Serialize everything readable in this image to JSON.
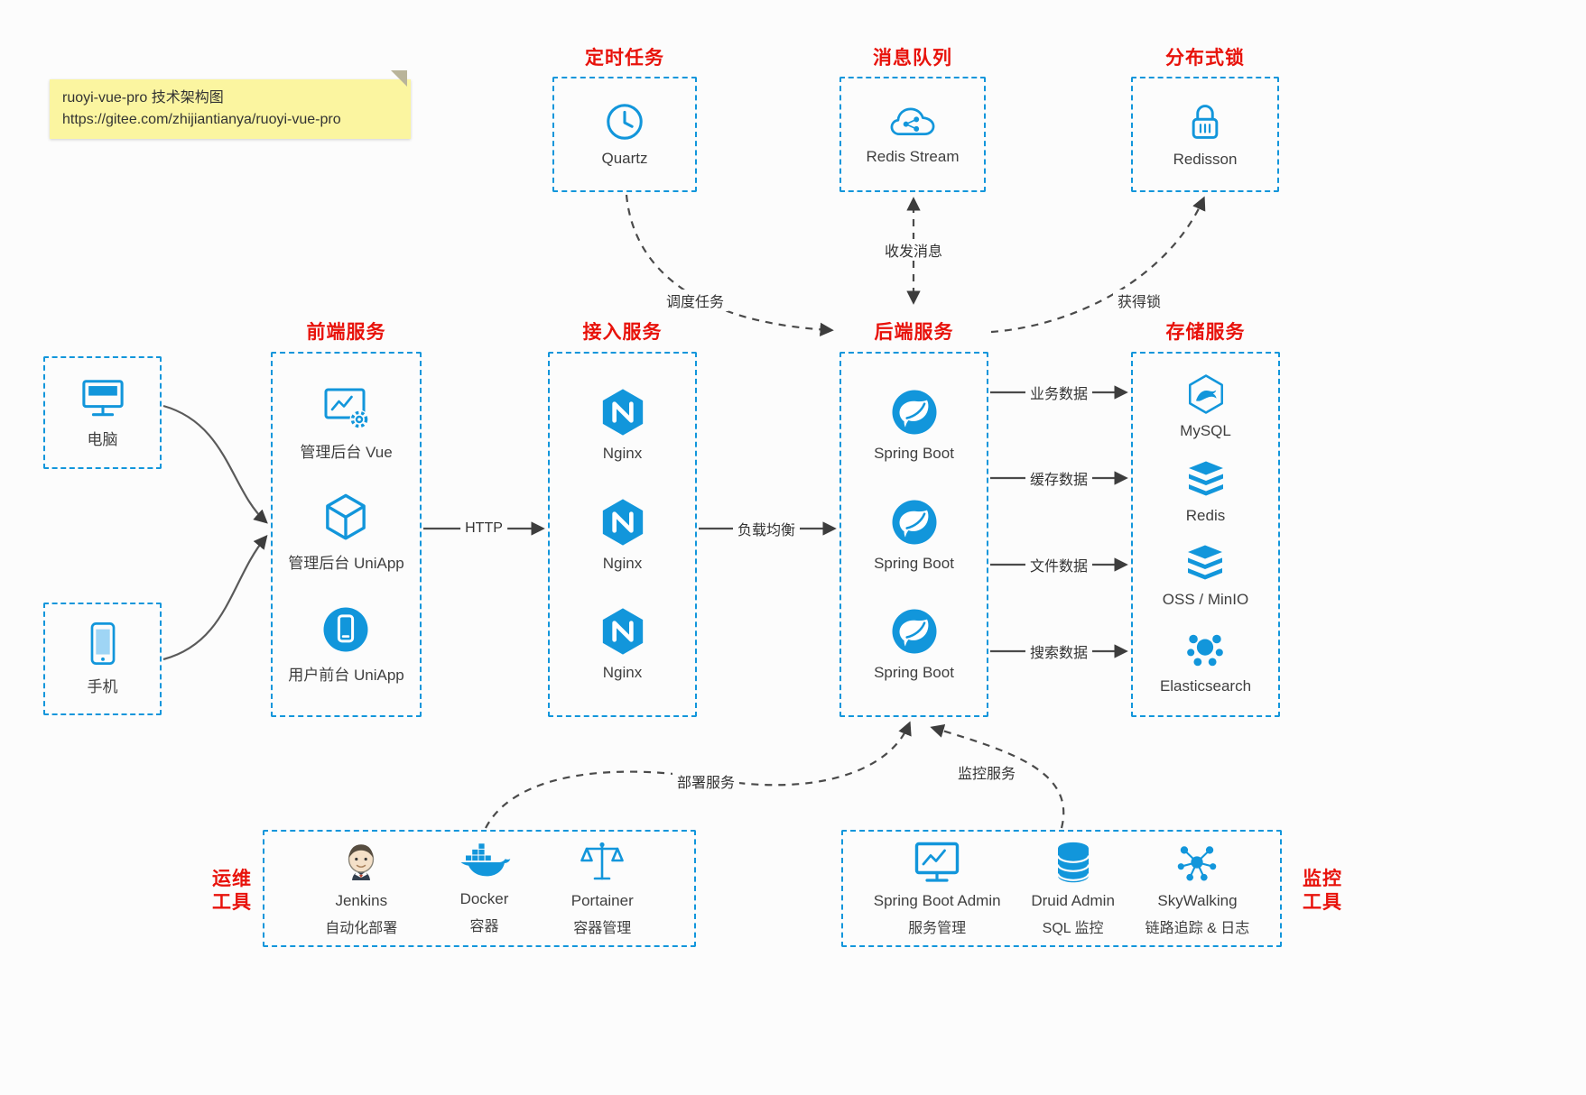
{
  "colors": {
    "accent": "#1296db",
    "red": "#e8120b",
    "note_bg": "#fbf5a0",
    "line": "#4a4a4a",
    "text": "#3f3f3f"
  },
  "note": {
    "line1": "ruoyi-vue-pro 技术架构图",
    "line2": "https://gitee.com/zhijiantianya/ruoyi-vue-pro"
  },
  "top_services": [
    {
      "title": "定时任务",
      "name": "Quartz",
      "icon": "clock-icon"
    },
    {
      "title": "消息队列",
      "name": "Redis Stream",
      "icon": "cloud-network-icon"
    },
    {
      "title": "分布式锁",
      "name": "Redisson",
      "icon": "lock-icon"
    }
  ],
  "clients": [
    {
      "name": "电脑",
      "icon": "desktop-icon"
    },
    {
      "name": "手机",
      "icon": "phone-icon"
    }
  ],
  "frontend": {
    "title": "前端服务",
    "items": [
      {
        "name": "管理后台 Vue",
        "icon": "admin-vue-icon"
      },
      {
        "name": "管理后台 UniApp",
        "icon": "uniapp-box-icon"
      },
      {
        "name": "用户前台 UniApp",
        "icon": "user-app-icon"
      }
    ]
  },
  "gateway": {
    "title": "接入服务",
    "items": [
      {
        "name": "Nginx",
        "icon": "nginx-icon"
      },
      {
        "name": "Nginx",
        "icon": "nginx-icon"
      },
      {
        "name": "Nginx",
        "icon": "nginx-icon"
      }
    ]
  },
  "backend": {
    "title": "后端服务",
    "items": [
      {
        "name": "Spring Boot",
        "icon": "spring-boot-icon"
      },
      {
        "name": "Spring Boot",
        "icon": "spring-boot-icon"
      },
      {
        "name": "Spring Boot",
        "icon": "spring-boot-icon"
      }
    ]
  },
  "storage": {
    "title": "存储服务",
    "items": [
      {
        "name": "MySQL",
        "icon": "mysql-icon"
      },
      {
        "name": "Redis",
        "icon": "redis-layers-icon"
      },
      {
        "name": "OSS / MinIO",
        "icon": "oss-layers-icon"
      },
      {
        "name": "Elasticsearch",
        "icon": "elasticsearch-icon"
      }
    ]
  },
  "edges": {
    "schedule": "调度任务",
    "message": "收发消息",
    "lock": "获得锁",
    "http": "HTTP",
    "load_balance": "负载均衡",
    "business": "业务数据",
    "cache": "缓存数据",
    "file": "文件数据",
    "search": "搜索数据",
    "deploy": "部署服务",
    "monitor": "监控服务"
  },
  "ops": {
    "label_line1": "运维",
    "label_line2": "工具",
    "items": [
      {
        "name": "Jenkins",
        "desc": "自动化部署",
        "icon": "jenkins-icon"
      },
      {
        "name": "Docker",
        "desc": "容器",
        "icon": "docker-icon"
      },
      {
        "name": "Portainer",
        "desc": "容器管理",
        "icon": "portainer-scales-icon"
      }
    ]
  },
  "monitoring": {
    "label_line1": "监控",
    "label_line2": "工具",
    "items": [
      {
        "name": "Spring Boot Admin",
        "desc": "服务管理",
        "icon": "monitor-chart-icon"
      },
      {
        "name": "Druid Admin",
        "desc": "SQL 监控",
        "icon": "database-icon"
      },
      {
        "name": "SkyWalking",
        "desc": "链路追踪 & 日志",
        "icon": "skywalking-icon"
      }
    ]
  }
}
